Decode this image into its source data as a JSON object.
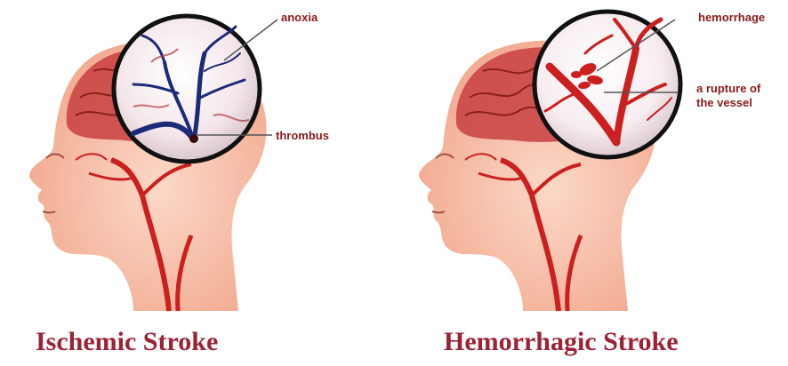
{
  "ischemic": {
    "caption": "Ischemic Stroke",
    "labels": {
      "anoxia": "anoxia",
      "thrombus": "thrombus"
    }
  },
  "hemorrhagic": {
    "caption": "Hemorrhagic Stroke",
    "labels": {
      "hemorrhage": "hemorrhage",
      "rupture_line1": "a rupture of",
      "rupture_line2": "the vessel"
    }
  },
  "colors": {
    "skin": "#f7c6b0",
    "brain": "#c8403f",
    "artery": "#cc1f1f",
    "vein_blue": "#1c2a7a",
    "label_text": "#8b1a1a",
    "caption_text": "#9b2335"
  }
}
